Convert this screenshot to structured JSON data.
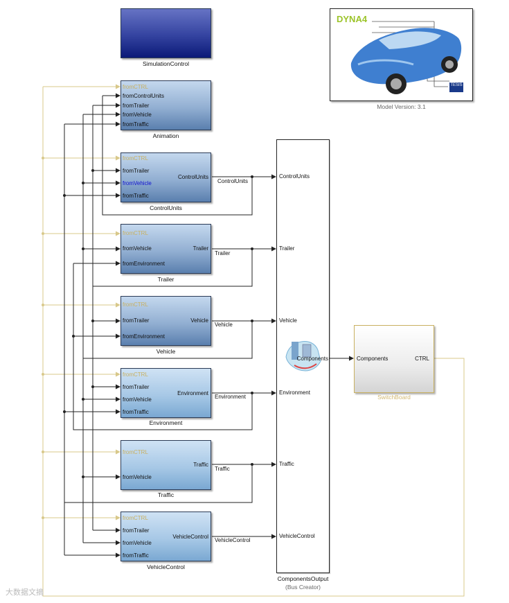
{
  "simulation_control": {
    "label": "SimulationControl"
  },
  "logo": {
    "brand": "DYNA4",
    "vendor": "TESIS",
    "version": "Model Version: 3.1"
  },
  "subsystems": [
    {
      "label": "Animation",
      "inputs": [
        "fromCTRL",
        "fromControlUnits",
        "fromTrailer",
        "fromVehicle",
        "fromTraffic"
      ],
      "output": ""
    },
    {
      "label": "ControlUnits",
      "inputs": [
        "fromCTRL",
        "fromTrailer",
        "fromVehicle",
        "fromTraffic"
      ],
      "output": "ControlUnits"
    },
    {
      "label": "Trailer",
      "inputs": [
        "fromCTRL",
        "fromVehicle",
        "fromEnvironment"
      ],
      "output": "Trailer"
    },
    {
      "label": "Vehicle",
      "inputs": [
        "fromCTRL",
        "fromTrailer",
        "fromEnvironment"
      ],
      "output": "Vehicle"
    },
    {
      "label": "Environment",
      "inputs": [
        "fromCTRL",
        "fromTrailer",
        "fromVehicle",
        "fromTraffic"
      ],
      "output": "Environment"
    },
    {
      "label": "Traffic",
      "inputs": [
        "fromCTRL",
        "fromVehicle"
      ],
      "output": "Traffic"
    },
    {
      "label": "VehicleControl",
      "inputs": [
        "fromCTRL",
        "fromTrailer",
        "fromVehicle",
        "fromTraffic"
      ],
      "output": "VehicleControl"
    }
  ],
  "signals": [
    "ControlUnits",
    "Trailer",
    "Vehicle",
    "Environment",
    "Traffic",
    "VehicleControl"
  ],
  "bus_creator": {
    "inputs": [
      "ControlUnits",
      "Trailer",
      "Vehicle",
      "Environment",
      "Traffic",
      "VehicleControl"
    ],
    "output": "Components",
    "label": "ComponentsOutput",
    "sublabel": "(Bus Creator)"
  },
  "switchboard": {
    "label": "SwitchBoard",
    "input": "Components",
    "output": "CTRL"
  },
  "watermark": "大数据文摘",
  "colors": {
    "ctrl_wire": "#d8c88a",
    "wire": "#222222",
    "block_dark": "#0b1a78",
    "ctrl_text": "#c8b060"
  }
}
